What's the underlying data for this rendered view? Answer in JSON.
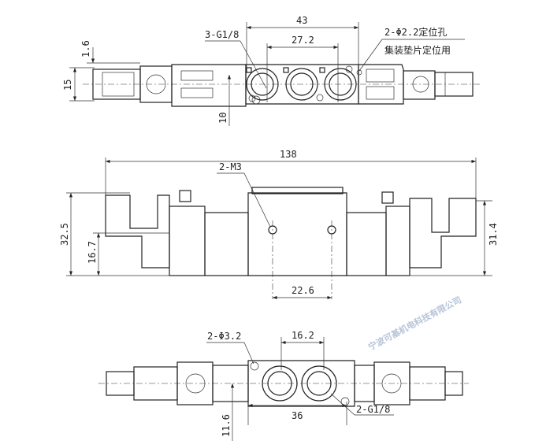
{
  "top_view": {
    "dims": {
      "overall_ports": "43",
      "port_pitch": "27.2",
      "offset": "1.6",
      "height": "15",
      "port_offset": "10"
    },
    "labels": {
      "ports": "3-G1/8",
      "pin_holes": "2-Φ2.2定位孔",
      "pin_holes_note": "集装垫片定位用"
    }
  },
  "front_view": {
    "dims": {
      "length": "138",
      "height": "32.5",
      "half_height": "16.7",
      "right_height": "31.4",
      "hole_pitch": "22.6"
    },
    "labels": {
      "threads": "2-M3"
    }
  },
  "bottom_view": {
    "dims": {
      "port_pitch": "16.2",
      "width": "36",
      "offset": "11.6"
    },
    "labels": {
      "holes": "2-Φ3.2",
      "ports": "2-G1/8"
    }
  },
  "watermark": "宁波可基机电科技有限公司"
}
